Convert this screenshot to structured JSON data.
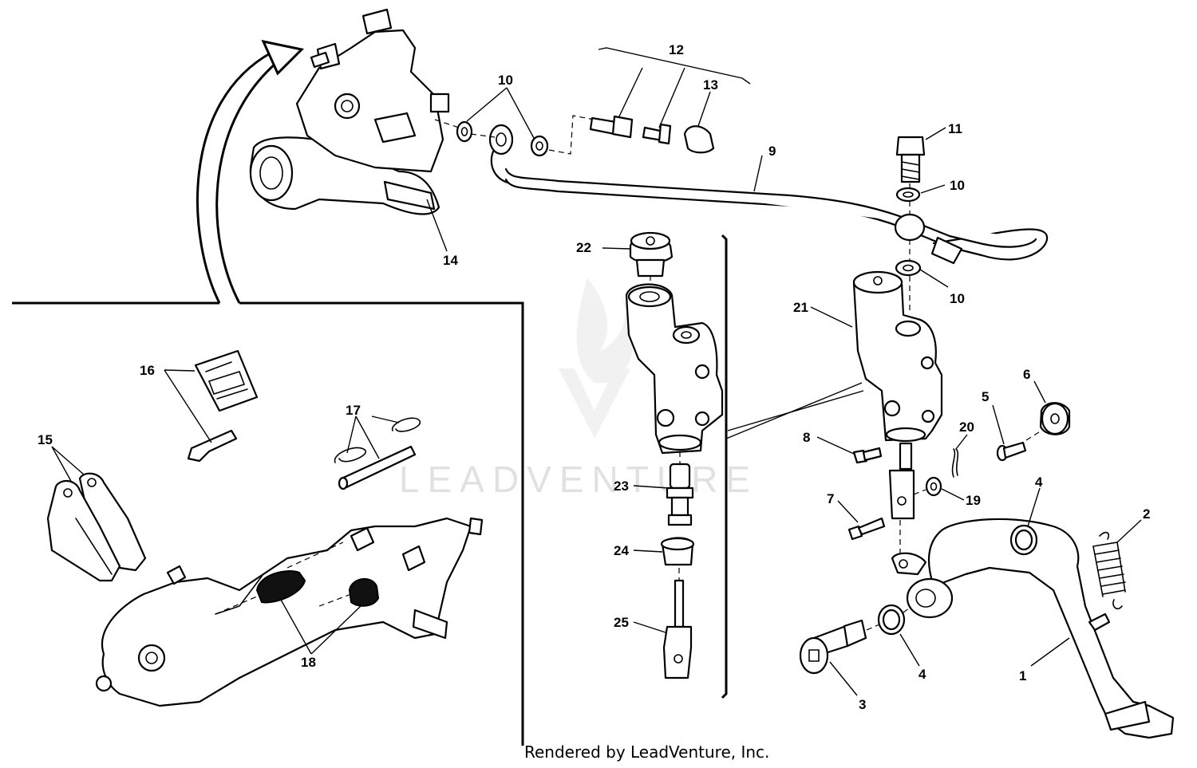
{
  "watermark": "LEADVENTURE",
  "credit": "Rendered by LeadVenture, Inc.",
  "callouts": [
    "1",
    "2",
    "3",
    "4",
    "4",
    "5",
    "6",
    "7",
    "8",
    "9",
    "10",
    "10",
    "10",
    "11",
    "12",
    "13",
    "14",
    "15",
    "16",
    "17",
    "18",
    "19",
    "20",
    "21",
    "22",
    "23",
    "24",
    "25"
  ]
}
